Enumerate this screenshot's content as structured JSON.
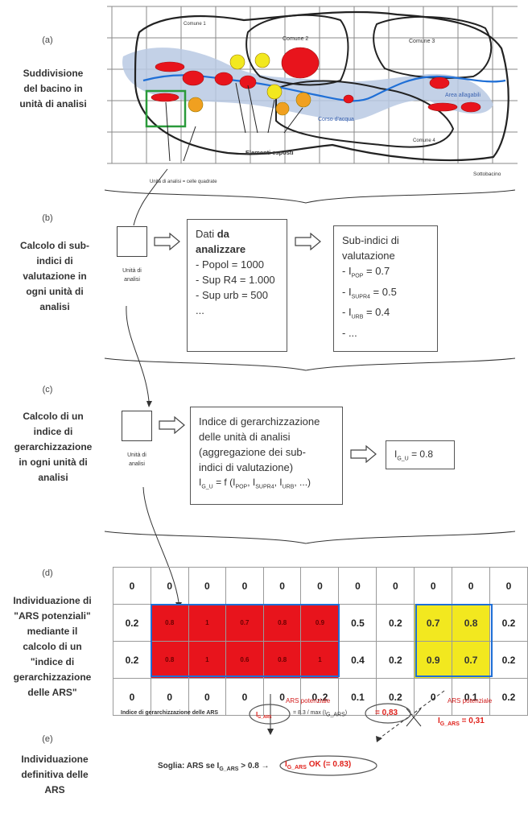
{
  "sections": {
    "a": {
      "letter": "(a)",
      "label": "Suddivisione\ndel bacino in\nunità di analisi",
      "comuni": [
        "Comune 1",
        "Comune 2",
        "Comune 3",
        "Comune 4"
      ],
      "area_allagabile": "Area allagabili",
      "corso_acqua": "Corso d'acqua",
      "elementi_esposti": "Elementi esposti",
      "unita_caption": "Unità di analisi = celle quadrate",
      "sottobacino": "Sottobacino"
    },
    "b": {
      "letter": "(b)",
      "label": "Calcolo di sub-\nindici di\nvalutazione in\nogni unità di\nanalisi",
      "unit_label": "Unità di\nanalisi",
      "dati_title_plain": "Dati ",
      "dati_title_bold": "da analizzare",
      "dati_lines": [
        "- Popol = 1000",
        "- Sup R4 = 1.000",
        "- Sup urb = 500",
        "..."
      ],
      "sub_title": "Sub-indici di valutazione",
      "sub_lines": [
        {
          "name": "I",
          "sub": "POP",
          "val": " = 0.7"
        },
        {
          "name": "I",
          "sub": "SUPR4",
          "val": " = 0.5"
        },
        {
          "name": "I",
          "sub": "URB",
          "val": " = 0.4"
        }
      ],
      "sub_more": "- ..."
    },
    "c": {
      "letter": "(c)",
      "label": "Calcolo di un\nindice di\ngerarchizzazione\nin ogni unità di\nanalisi",
      "unit_label": "Unità di\nanalisi",
      "box_text": "Indice di gerarchizzazione\ndelle unità di analisi\n(aggregazione dei sub-\nindici di valutazione)",
      "formula": "I_G_U = f (I_POP, I_SUPR4, I_URB, ...)",
      "result": "I_G_U = 0.8"
    },
    "d": {
      "letter": "(d)",
      "label": "Individuazione di\n\"ARS potenziali\"\nmediante il\ncalcolo di un\n\"indice di\ngerarchizzazione\ndelle ARS\"",
      "grid": [
        [
          "0",
          "0",
          "0",
          "0",
          "0",
          "0",
          "0",
          "0",
          "0",
          "0",
          "0"
        ],
        [
          "0.2",
          "0.8",
          "1",
          "0.7",
          "0.8",
          "0.9",
          "0.5",
          "0.2",
          "0.7",
          "0.8",
          "0.2"
        ],
        [
          "0.2",
          "0.8",
          "1",
          "0.6",
          "0.8",
          "1",
          "0.4",
          "0.2",
          "0.9",
          "0.7",
          "0.2"
        ],
        [
          "0",
          "0",
          "0",
          "0",
          "0",
          "0,.2",
          "0.1",
          "0.2",
          "0",
          "0.1",
          "0.2"
        ]
      ],
      "ars_label_1": "ARS potenziale",
      "ars_label_2": "ARS potenziale",
      "formula_text": "Indice di gerarchizzazione delle ARS",
      "formula_mid": "= 8.3 / max (I",
      "value_1": "= 0,83",
      "value_2": "I_G_ARS = 0,31"
    },
    "e": {
      "letter": "(e)",
      "label": "Individuazione\ndefinitiva delle\nARS",
      "soglia": "Soglia: ARS se I",
      "soglia_rest": " > 0.8",
      "ok": "OK (= 0.83)"
    }
  },
  "colors": {
    "red": "#e8141c",
    "yellow": "#f2e81f",
    "orange": "#f0a020",
    "blue_border": "#1f6fd6",
    "green_cell": "#2a9a3a"
  }
}
